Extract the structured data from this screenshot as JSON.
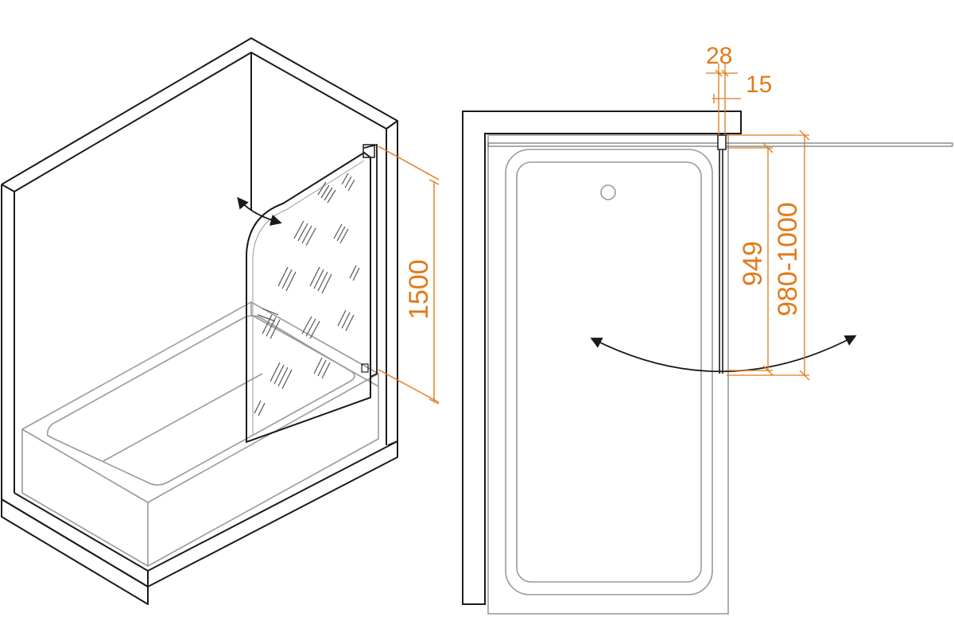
{
  "colors": {
    "outline": "#1a1a1a",
    "tub": "#9a9a9a",
    "dimension": "#E07A1A",
    "background": "#ffffff"
  },
  "dimensions": {
    "panel_height": "1500",
    "frame_depth": "28",
    "profile_width": "15",
    "glass_width": "949",
    "opening_range": "980-1000"
  }
}
